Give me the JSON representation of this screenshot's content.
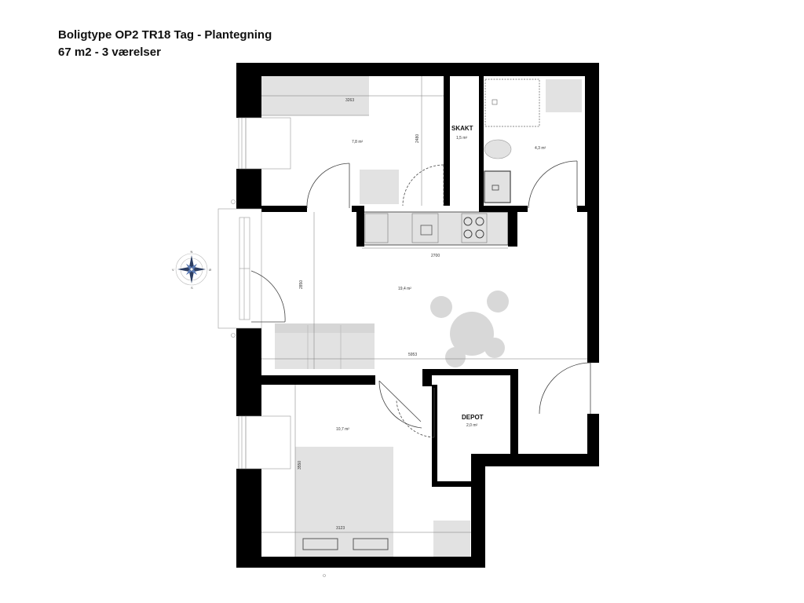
{
  "title": {
    "line1": "Boligtype OP2 TR18 Tag -  Plantegning",
    "line2": "67 m2 - 3 værelser"
  },
  "rooms": {
    "top_room_area": "7,8 m²",
    "skakt_label": "SKAKT",
    "skakt_area": "1,5 m²",
    "bath_area": "4,3 m²",
    "living_area": "19,4 m²",
    "depot_label": "DEPOT",
    "depot_area": "2,0 m²",
    "bed_area": "10,7 m²"
  },
  "dimensions": {
    "top_width": "3263",
    "top_height": "2480",
    "kitchen_width": "2700",
    "living_height": "2850",
    "living_width": "5953",
    "bed_height": "3550",
    "bed_width": "3123"
  },
  "compass": {
    "n": "N",
    "s": "S",
    "e": "Ø",
    "w": "V"
  }
}
